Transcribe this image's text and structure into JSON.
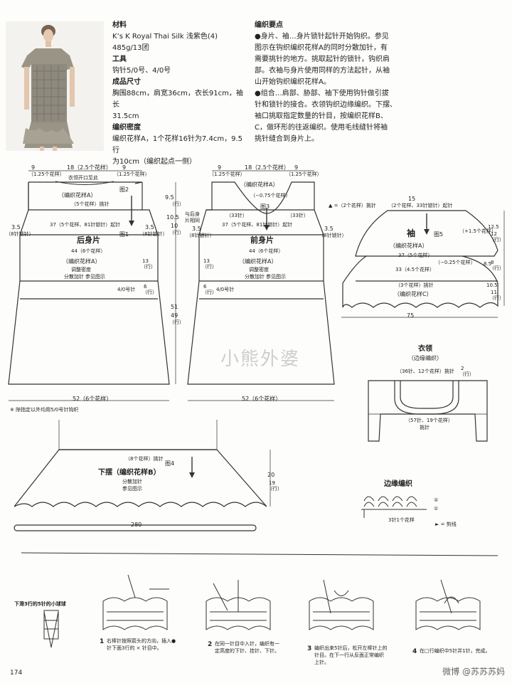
{
  "materials": {
    "h_material": "材料",
    "material": "K’s K Royal Thai Silk 浅紫色(4) 485g/13团",
    "h_tools": "工具",
    "tools": "钩针5/0号、4/0号",
    "h_size": "成品尺寸",
    "size": "胸围88cm，肩宽36cm，衣长91cm，袖长31.5cm",
    "size_l1": "胸围88cm，肩宽36cm，衣长91cm，袖长",
    "size_l2": "31.5cm",
    "h_gauge": "编织密度",
    "gauge_l1": "编织花样A，1个花样16针为7.4cm，9.5行",
    "gauge_l2": "为10cm（编织起点一侧）"
  },
  "points": {
    "heading": "编织要点",
    "p1_l1": "●身片、袖…身片锁针起针开始钩织。参见",
    "p1_l2": "图示在钩织编织花样A的同时分散加针，有",
    "p1_l3": "需要挑针的地方。挑取起针的锁针，钩织肩",
    "p1_l4": "部。衣袖与身片使用同样的方法起针，从袖",
    "p1_l5": "山开始钩织编织花样A。",
    "p2_l1": "●组合…肩部、胁部、袖下使用钩针做引拔",
    "p2_l2": "针和锁针的接合。衣领钩织边缘编织。下摆、",
    "p2_l3": "袖口挑取指定数量的针目，按编织花样B、",
    "p2_l4": "C，做环形的往返编织。使用毛线缝针将袖",
    "p2_l5": "挑针缝合到身片上。"
  },
  "back": {
    "top_l": "9",
    "top_l2": "（1.25个花样）",
    "top_m": "18（2.5个花样）",
    "top_r": "9",
    "top_r2": "（1.25个花样）",
    "collar": "衣领开口至此",
    "patA": "（编织花样A）",
    "patA_rep": "（5个花样）挑针",
    "fig2": "图2",
    "row37": "37（5个花样、81针锁针）起针",
    "fig1": "图1",
    "side_l": "3.5",
    "side_l2": "（8针锁针）",
    "side_r": "3.5",
    "side_r2": "（8针锁针）",
    "title": "后身片",
    "row44": "44（6个花样）",
    "patA2": "（编织花样A）",
    "adjust": "调整密度",
    "spread": "分散加针",
    "ref": "参见图示",
    "r13": "13",
    "r13b": "（行）",
    "hook4": "4/0号针",
    "r6": "6",
    "r6b": "（行）",
    "bottom": "52（6个花样）",
    "note": "※ 除指定以外均用5/0号针钩织"
  },
  "front": {
    "top_l": "9",
    "top_l2": "（1.25个花样）",
    "top_m": "18（2.5个花样）",
    "top_r": "9",
    "top_r2": "（1.25个花样）",
    "left95": "9.5",
    "left95b": "（行）",
    "left105": "10.5",
    "left10": "10",
    "left10b": "（行）",
    "patA": "（编织花样A）",
    "minus": "（−0.75个花样）",
    "fig3": "图3",
    "sts33a": "（33针）",
    "sts33b": "（33针）",
    "tri": "▲ =（2个花样）挑针",
    "same": "与后身",
    "same2": "片相同",
    "row37": "37（5个花样、81针锁针）起针",
    "side_l": "3.5",
    "side_l2": "（8针锁针）",
    "side_r": "3.5",
    "side_r2": "（8针锁针）",
    "title": "前身片",
    "row44": "44（6个花样）",
    "patA2": "（编织花样A）",
    "adjust": "调整密度",
    "spread": "分散加针",
    "ref": "参见图示",
    "r13": "13",
    "r13b": "（行）",
    "hook4": "4/0号针",
    "r6": "6",
    "r6b": "（行）",
    "r51": "51",
    "r49": "49",
    "r49b": "（行）",
    "bottom": "52（6个花样）"
  },
  "sleeve": {
    "w15": "15",
    "w15b": "（2个花样、33针锁针）起针",
    "title": "袖",
    "fig5": "图5",
    "plus": "（+1.5个花样）",
    "r125": "12.5",
    "r12": "12",
    "r12b": "（行）",
    "r85": "8.5",
    "r8": "8",
    "r8b": "（行）",
    "r105": "10.5",
    "r11": "11",
    "r11b": "（行）",
    "patA": "（编织花样A）",
    "row37": "37（5个花样）",
    "minus": "（−0.25个花样）",
    "row33": "33（4.5个花样）",
    "rep3": "（3个花样）挑针",
    "patC": "（编织花样C）",
    "w75": "75"
  },
  "collar": {
    "title": "衣领",
    "sub": "（边缘编织）",
    "top": "（36针、12个花样）挑针",
    "r2": "2",
    "r2b": "（行）",
    "bottom": "（57针、19个花样）",
    "bottom2": "挑针"
  },
  "hem": {
    "rep8": "（8个花样）挑针",
    "fig4": "图4",
    "title": "下摆（编织花样B）",
    "spread": "分散加针",
    "ref": "参见图示",
    "r20": "20",
    "r19": "19",
    "r19b": "（行）",
    "w280": "280"
  },
  "edge": {
    "title": "边缘编织",
    "label": "3针1个花样",
    "cut": "► = 剪线",
    "n1": "①",
    "n2": "②"
  },
  "steps": {
    "title": "下滑3行的5针的小球球",
    "s1n": "1",
    "s1a": "右棒针按照箭头的方向，插入●",
    "s1b": "针下面3行的 × 针目中。",
    "s2n": "2",
    "s2a": "在同一针目中入针，编织有一",
    "s2b": "定高度的下针、挂针、下针。",
    "s3n": "3",
    "s3a": "编织出来5针后，松开左棒针上的",
    "s3b": "针目。在下一行从反面正常编织",
    "s3c": "上针。",
    "s4n": "4",
    "s4a": "在□行编织中5针并1针，完成。"
  },
  "footer": {
    "page_no": "174",
    "watermark": "小熊外婆",
    "weibo": "微博 @苏苏苏妈"
  }
}
